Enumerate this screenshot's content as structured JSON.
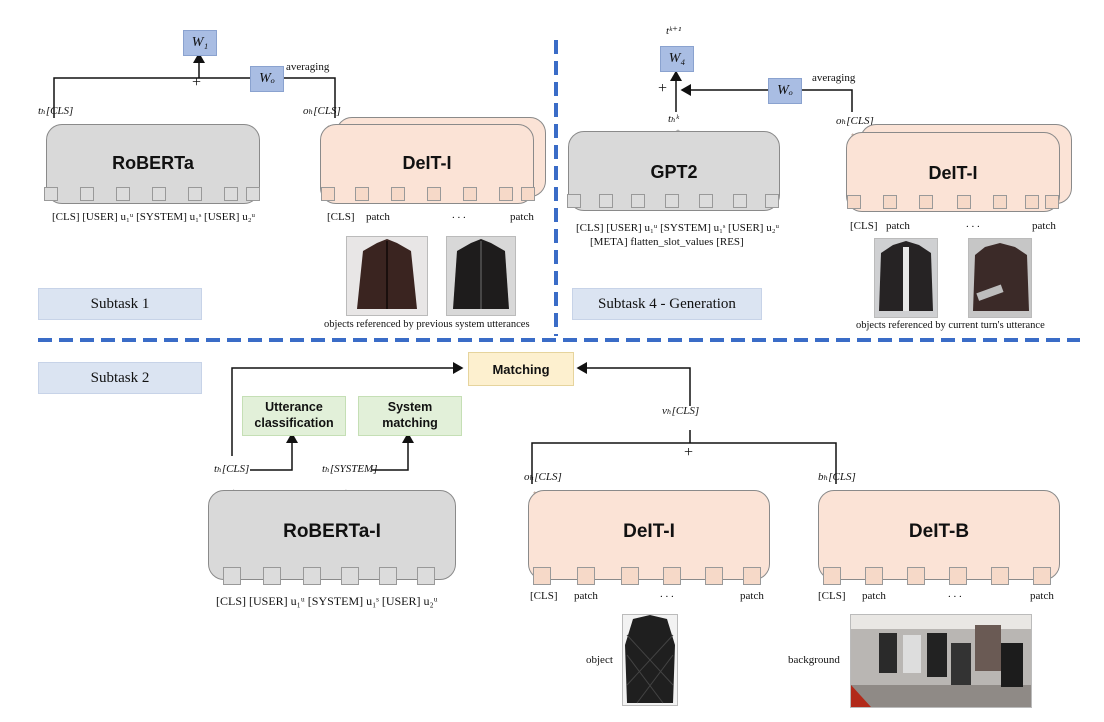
{
  "subtask1": {
    "task_label": "Subtask 1",
    "text_model": "RoBERTa",
    "image_model": "DeIT-I",
    "text_tokens": "[CLS] [USER] u₁ᵘ [SYSTEM] u₁ˢ [USER] u₂ᵘ",
    "image_tokens": {
      "cls": "[CLS]",
      "patch1": "patch",
      "dots": ". . .",
      "patch2": "patch"
    },
    "w1": "W₁",
    "wo": "Wₒ",
    "averaging": "averaging",
    "plus": "+",
    "t_cls": "tₕ[CLS]",
    "o_cls": "oₕ[CLS]",
    "caption": "objects referenced by previous system utterances"
  },
  "subtask4": {
    "task_label": "Subtask 4 - Generation",
    "text_model": "GPT2",
    "image_model": "DeIT-I",
    "text_tokens_line1": "[CLS] [USER] u₁ᵘ [SYSTEM] u₁ˢ [USER] u₂ᵘ",
    "text_tokens_line2": "[META] flatten_slot_values [RES]",
    "image_tokens": {
      "cls": "[CLS]",
      "patch1": "patch",
      "dots": ". . .",
      "patch2": "patch"
    },
    "w4": "W₄",
    "wo": "Wₒ",
    "averaging": "averaging",
    "plus": "+",
    "t_next": "tᵏ⁺¹",
    "t_k": "tₕᵏ",
    "o_cls": "oₕ[CLS]",
    "caption": "objects referenced by current turn's utterance"
  },
  "subtask2": {
    "task_label": "Subtask 2",
    "matching": "Matching",
    "utterance_classification": "Utterance classification",
    "system_matching": "System matching",
    "text_model": "RoBERTa-I",
    "object_model": "DeIT-I",
    "background_model": "DeIT-B",
    "text_tokens": "[CLS] [USER] u₁ᵘ [SYSTEM] u₁ˢ [USER] u₂ᵘ",
    "object_tokens": {
      "cls": "[CLS]",
      "patch1": "patch",
      "dots": ". . .",
      "patch2": "patch"
    },
    "background_tokens": {
      "cls": "[CLS]",
      "patch1": "patch",
      "dots": ". . .",
      "patch2": "patch"
    },
    "t_cls": "tₕ[CLS]",
    "t_system": "tₕ[SYSTEM]",
    "v_cls": "vₕ[CLS]",
    "o_cls": "oₕ[CLS]",
    "b_cls": "bₕ[CLS]",
    "plus": "+",
    "object_label": "object",
    "background_label": "background"
  },
  "colors": {
    "divider": "#3a6cc7",
    "text_model": "#d9d9d9",
    "image_model": "#fbe3d6",
    "weight_box": "#a9bde3",
    "task_box": "#dbe4f2",
    "aux_head": "#e2f0d9",
    "matching": "#fdf0cf"
  }
}
